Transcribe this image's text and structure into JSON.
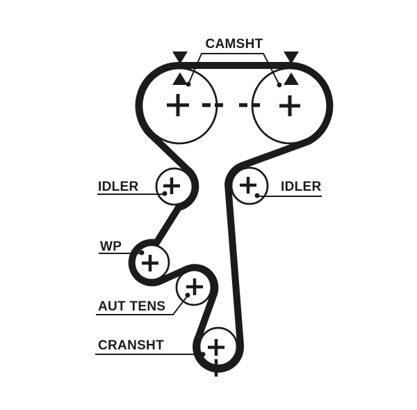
{
  "labels": {
    "camshaft": "CAMSHT",
    "idler_left": "IDLER",
    "idler_right": "IDLER",
    "water_pump": "WP",
    "auto_tensioner": "AUT TENS",
    "crankshaft": "CRANSHT"
  },
  "colors": {
    "ink": "#1b1b1b",
    "background": "#ffffff"
  },
  "pulleys": [
    {
      "name": "camshaft-left",
      "label": "CAMSHT",
      "marks": [
        "plus-mark",
        "timing-dash-marks",
        "timing-triangle-marks"
      ]
    },
    {
      "name": "camshaft-right",
      "label": "CAMSHT",
      "marks": [
        "plus-mark",
        "timing-dash-marks",
        "timing-triangle-marks"
      ]
    },
    {
      "name": "idler-left",
      "label": "IDLER",
      "marks": [
        "plus-mark"
      ]
    },
    {
      "name": "idler-right",
      "label": "IDLER",
      "marks": [
        "plus-mark"
      ]
    },
    {
      "name": "water-pump",
      "label": "WP",
      "marks": [
        "plus-mark"
      ]
    },
    {
      "name": "auto-tensioner",
      "label": "AUT TENS",
      "marks": [
        "plus-mark"
      ]
    },
    {
      "name": "crankshaft",
      "label": "CRANSHT",
      "marks": [
        "plus-mark",
        "dashed-tdc-mark"
      ]
    }
  ]
}
